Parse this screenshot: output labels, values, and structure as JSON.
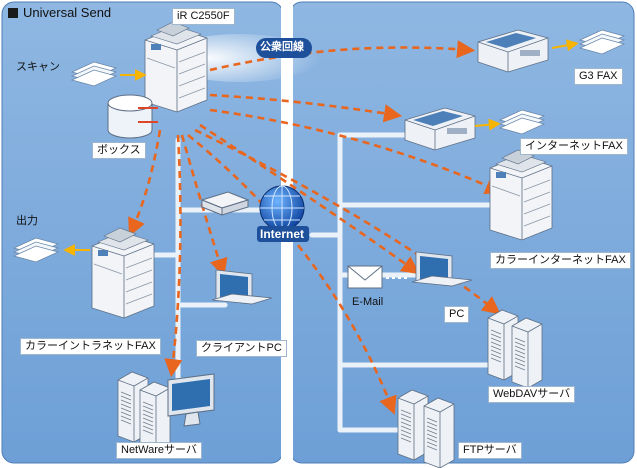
{
  "title": "Universal Send",
  "device_name": "iR C2550F",
  "labels": {
    "scan": "スキャン",
    "box": "ボックス",
    "output": "出力",
    "public_line": "公衆回線",
    "internet": "Internet",
    "g3fax": "G3 FAX",
    "ifax": "インターネットFAX",
    "color_ifax": "カラーインターネットFAX",
    "email": "E-Mail",
    "pc": "PC",
    "webdav": "WebDAVサーバ",
    "ftp": "FTPサーバ",
    "color_intranet_fax": "カラーイントラネットFAX",
    "client_pc": "クライアントPC",
    "netware": "NetWareサーバ"
  },
  "colors": {
    "panel": "#79a8da",
    "panel_light": "#a9c9ea",
    "line": "#e6eef8",
    "arrow": "#e8661e",
    "paper_arrow": "#f7b400",
    "badge": "#1d4f9a"
  }
}
